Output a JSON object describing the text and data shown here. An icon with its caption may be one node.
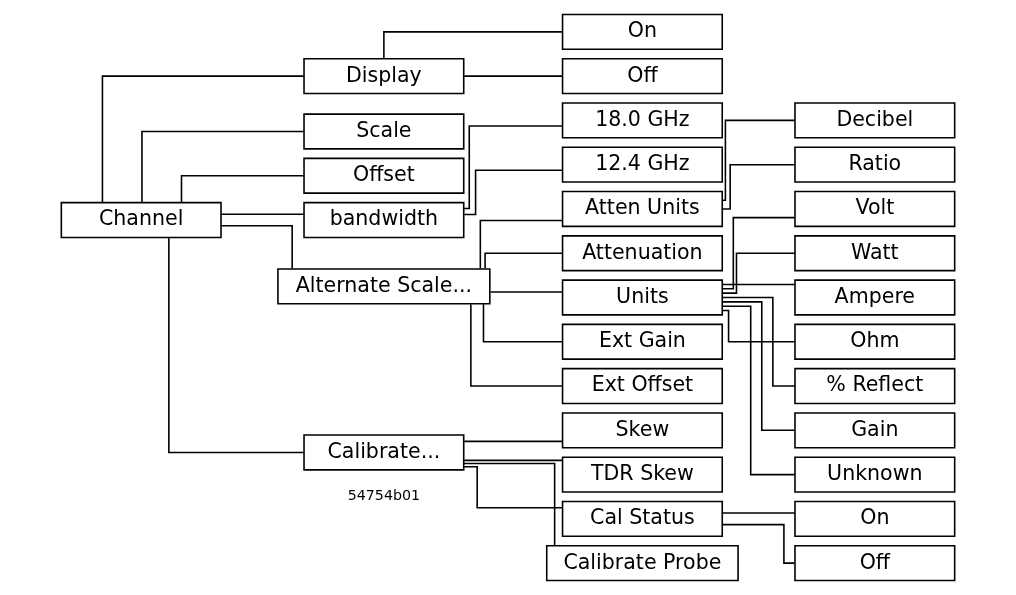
{
  "diagram": {
    "nodes": [
      {
        "text": [
          "Channel"
        ]
      },
      {
        "text": [
          "Display"
        ]
      },
      {
        "text": [
          "On"
        ]
      },
      {
        "text": [
          "Off"
        ]
      },
      {
        "text": [
          "Scale"
        ]
      },
      {
        "text": [
          "Offset"
        ]
      },
      {
        "text": [
          "bandwidth"
        ]
      },
      {
        "text": [
          "18.0 GHz"
        ]
      },
      {
        "text": [
          "12.4 GHz"
        ]
      },
      {
        "text": [
          "Alternate Scale..."
        ]
      },
      {
        "text": [
          "Atten Units"
        ]
      },
      {
        "text": [
          "Decibel"
        ]
      },
      {
        "text": [
          "Ratio"
        ]
      },
      {
        "text": [
          "Attenuation"
        ]
      },
      {
        "text": [
          "Units"
        ]
      },
      {
        "text": [
          "Volt"
        ]
      },
      {
        "text": [
          "Watt"
        ]
      },
      {
        "text": [
          "Ampere"
        ]
      },
      {
        "text": [
          "Ohm"
        ]
      },
      {
        "text": [
          "% Reflect"
        ]
      },
      {
        "text": [
          "Gain"
        ]
      },
      {
        "text": [
          "Unknown"
        ]
      },
      {
        "text": [
          "Ext Gain"
        ]
      },
      {
        "text": [
          "Ext Offset"
        ]
      },
      {
        "text": [
          "Calibrate..."
        ]
      },
      {
        "text": [
          "Skew"
        ]
      },
      {
        "text": [
          "TDR Skew"
        ]
      },
      {
        "text": [
          "Cal Status"
        ]
      },
      {
        "text": [
          "On"
        ]
      },
      {
        "text": [
          "Off"
        ]
      },
      {
        "text": [
          "Calibrate Probe"
        ]
      }
    ],
    "edges": [
      {
        "from": 0,
        "to": 1,
        "arrow": "none"
      },
      {
        "from": 1,
        "to": 2,
        "arrow": "none"
      },
      {
        "from": 1,
        "to": 3,
        "arrow": "none"
      },
      {
        "from": 0,
        "to": 4,
        "arrow": "none"
      },
      {
        "from": 0,
        "to": 5,
        "arrow": "none"
      },
      {
        "from": 0,
        "to": 6,
        "arrow": "none"
      },
      {
        "from": 6,
        "to": 7,
        "arrow": "none"
      },
      {
        "from": 6,
        "to": 8,
        "arrow": "none"
      },
      {
        "from": 0,
        "to": 9,
        "arrow": "none"
      },
      {
        "from": 9,
        "to": 10,
        "arrow": "none"
      },
      {
        "from": 10,
        "to": 11,
        "arrow": "none"
      },
      {
        "from": 10,
        "to": 12,
        "arrow": "none"
      },
      {
        "from": 9,
        "to": 13,
        "arrow": "none"
      },
      {
        "from": 9,
        "to": 14,
        "arrow": "none"
      },
      {
        "from": 14,
        "to": 15,
        "arrow": "none"
      },
      {
        "from": 14,
        "to": 16,
        "arrow": "none"
      },
      {
        "from": 14,
        "to": 17,
        "arrow": "none"
      },
      {
        "from": 14,
        "to": 18,
        "arrow": "none"
      },
      {
        "from": 14,
        "to": 19,
        "arrow": "none"
      },
      {
        "from": 14,
        "to": 20,
        "arrow": "none"
      },
      {
        "from": 14,
        "to": 21,
        "arrow": "none"
      },
      {
        "from": 9,
        "to": 22,
        "arrow": "none"
      },
      {
        "from": 9,
        "to": 23,
        "arrow": "none"
      },
      {
        "from": 0,
        "to": 24,
        "arrow": "none"
      },
      {
        "from": 24,
        "to": 25,
        "arrow": "none"
      },
      {
        "from": 24,
        "to": 26,
        "arrow": "none"
      },
      {
        "from": 24,
        "to": 27,
        "arrow": "none"
      },
      {
        "from": 27,
        "to": 28,
        "arrow": "none"
      },
      {
        "from": 27,
        "to": 29,
        "arrow": "none"
      },
      {
        "from": 24,
        "to": 30,
        "arrow": "none"
      }
    ],
    "labels": [
      "54754b01"
    ]
  }
}
